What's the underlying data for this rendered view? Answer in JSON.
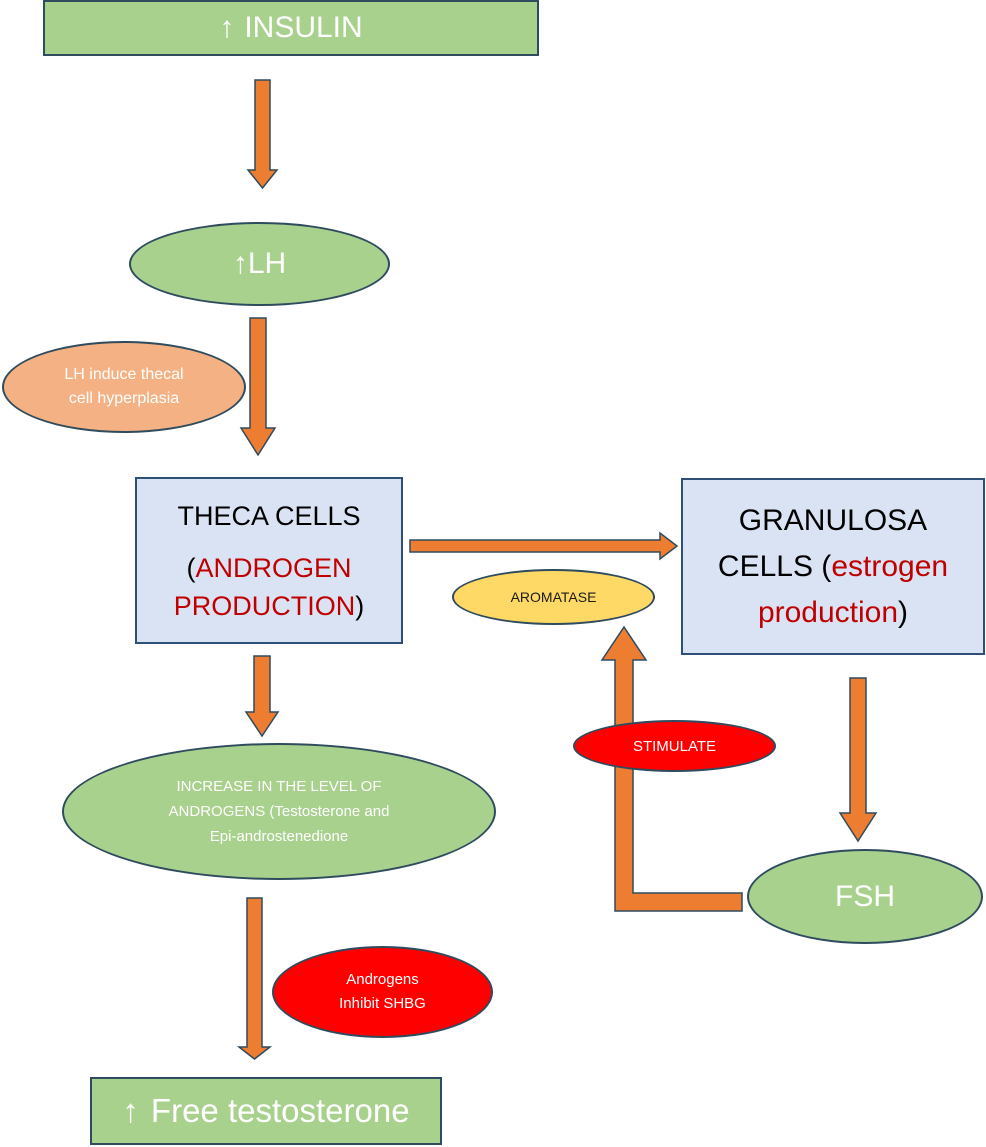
{
  "colors": {
    "green_fill": "#a9d18e",
    "peach_fill": "#f4b183",
    "yellow_fill": "#ffd966",
    "red_fill": "#ff0000",
    "blue_fill": "#dae3f3",
    "arrow_fill": "#ed7d31",
    "outline": "#2f4b5e",
    "emphasis_text": "#c00000"
  },
  "nodes": {
    "insulin": {
      "arrow": "↑",
      "label": "INSULIN"
    },
    "lh": {
      "arrow": "↑",
      "label": "LH"
    },
    "lh_note": {
      "line1": "LH induce thecal",
      "line2": "cell hyperplasia"
    },
    "theca": {
      "title": "THECA CELLS",
      "open": "(",
      "sub1": "ANDROGEN",
      "sub2": "PRODUCTION",
      "close": ")"
    },
    "granulosa": {
      "line1": "GRANULOSA",
      "line2_black": "CELLS (",
      "line2_red": "estrogen",
      "line3_red": "production",
      "close": ")"
    },
    "aromatase": {
      "label": "AROMATASE"
    },
    "stimulate": {
      "label": "STIMULATE"
    },
    "androgens_increase": {
      "line1": "INCREASE IN THE LEVEL OF",
      "line2": "ANDROGENS (Testosterone and",
      "line3": "Epi-androstenedione"
    },
    "fsh": {
      "label": "FSH"
    },
    "shbg": {
      "line1": "Androgens",
      "line2": "Inhibit SHBG"
    },
    "free_testosterone": {
      "arrow": "↑",
      "label": "Free testosterone"
    }
  },
  "edges": [
    {
      "from": "insulin",
      "to": "lh"
    },
    {
      "from": "lh",
      "to": "theca"
    },
    {
      "from": "theca",
      "to": "granulosa"
    },
    {
      "from": "theca",
      "to": "androgens_increase"
    },
    {
      "from": "granulosa",
      "to": "fsh"
    },
    {
      "from": "fsh",
      "to": "aromatase",
      "label": "STIMULATE"
    },
    {
      "from": "androgens_increase",
      "to": "free_testosterone"
    }
  ]
}
